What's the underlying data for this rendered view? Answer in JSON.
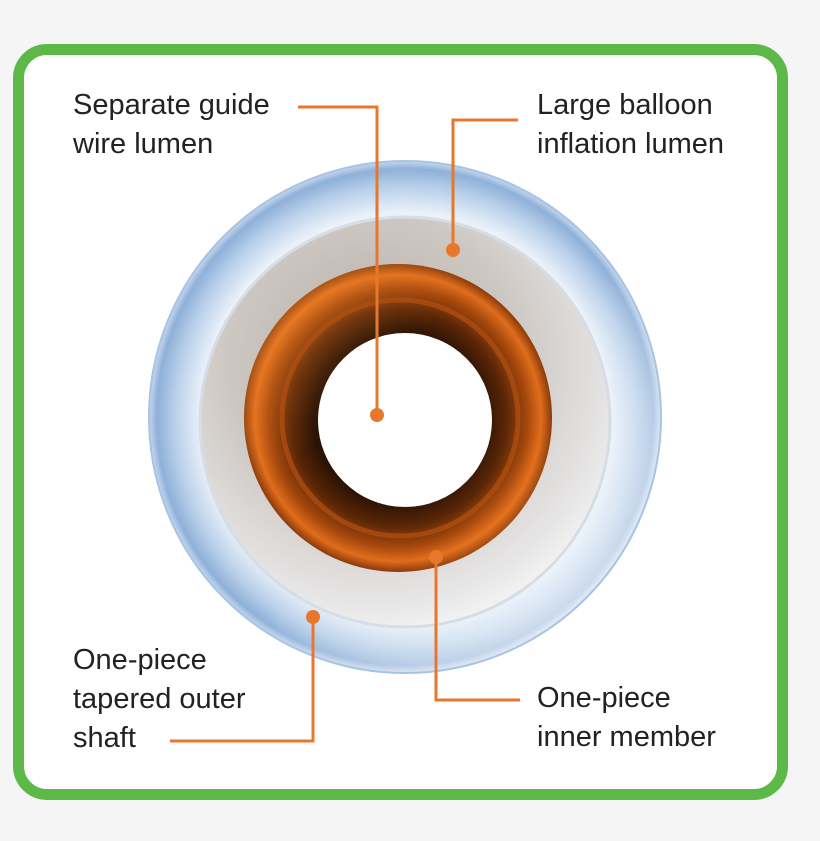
{
  "colors": {
    "frame": "#5cb947",
    "leader": "#e8772e",
    "text": "#222222"
  },
  "labels": {
    "guide_wire": {
      "line1": "Separate guide",
      "line2": "wire lumen"
    },
    "balloon": {
      "line1": "Large balloon",
      "line2": "inflation lumen"
    },
    "outer_shaft": {
      "line1": "One-piece",
      "line2": "tapered outer",
      "line3": "shaft"
    },
    "inner_member": {
      "line1": "One-piece",
      "line2": "inner member"
    }
  }
}
